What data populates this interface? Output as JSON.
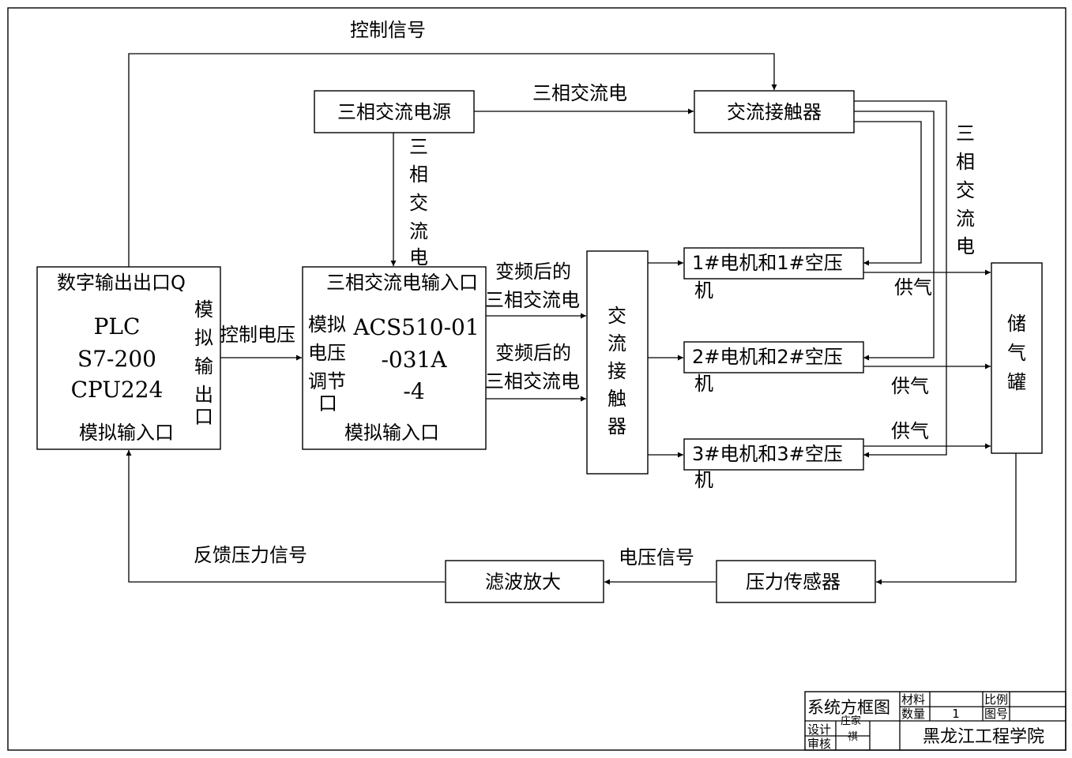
{
  "boxes": {
    "plc": {
      "top_label": "数字输出出口Q",
      "name": "PLC",
      "model": "S7-200",
      "cpu": "CPU224",
      "bottom_label": "模拟输入口",
      "right_label": [
        "模",
        "拟",
        "输",
        "出",
        "口"
      ]
    },
    "three_phase_source": "三相交流电源",
    "vfd": {
      "top_label": "三相交流电输入口",
      "left_label": [
        "模拟",
        "电压",
        "调节",
        "口"
      ],
      "model": [
        "ACS510-01",
        "-031A",
        "-4"
      ],
      "bottom_label": "模拟输入口"
    },
    "contactor_top": "交流接触器",
    "contactor_mid": [
      "交",
      "流",
      "接",
      "触",
      "器"
    ],
    "motors": [
      {
        "line1": "1#电机和1#空压",
        "line2": "机"
      },
      {
        "line1": "2#电机和2#空压",
        "line2": "机"
      },
      {
        "line1": "3#电机和3#空压",
        "line2": "机"
      }
    ],
    "tank": [
      "储",
      "气",
      "罐"
    ],
    "filter": "滤波放大",
    "sensor": "压力传感器"
  },
  "labels": {
    "control_signal": "控制信号",
    "three_phase_top": "三相交流电",
    "three_phase_vertical": [
      "三",
      "相",
      "交",
      "流",
      "电"
    ],
    "three_phase_right": [
      "三",
      "相",
      "交",
      "流",
      "电"
    ],
    "control_voltage": "控制电压",
    "vfd_out_1": [
      "变频后的",
      "三相交流电"
    ],
    "vfd_out_2": [
      "变频后的",
      "三相交流电"
    ],
    "air_supply": [
      "供气",
      "供气",
      "供气"
    ],
    "voltage_signal": "电压信号",
    "feedback": "反馈压力信号"
  },
  "title_block": {
    "title": "系统方框图",
    "material_label": "材料",
    "quantity_label": "数量",
    "quantity_value": "1",
    "scale_label": "比例",
    "drawing_no_label": "图号",
    "design_label": "设计",
    "review_label": "审核",
    "designer_name": [
      "庄家",
      "祺"
    ],
    "school": "黑龙江工程学院"
  }
}
